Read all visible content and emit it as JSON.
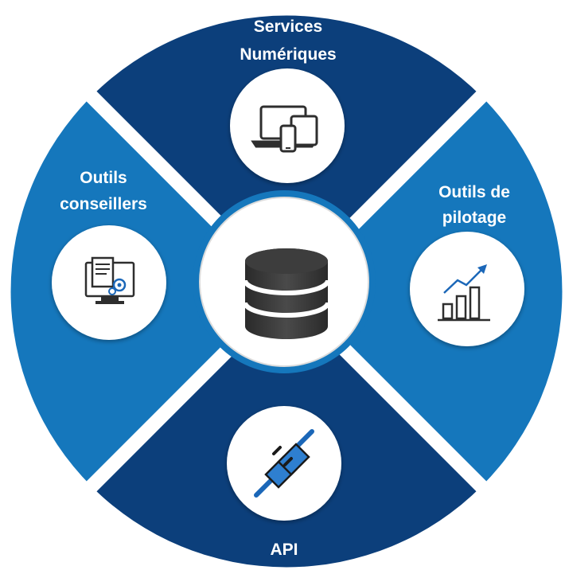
{
  "segments": {
    "top": {
      "label_line1": "Services",
      "label_line2": "Numériques",
      "color": "#0c3f7b",
      "icon": "devices-icon"
    },
    "right": {
      "label_line1": "Outils de",
      "label_line2": "pilotage",
      "color": "#1577bc",
      "icon": "growth-chart-icon"
    },
    "bottom": {
      "label": "API",
      "color": "#0c3f7b",
      "icon": "plug-connector-icon"
    },
    "left": {
      "label_line1": "Outils",
      "label_line2": "conseillers",
      "color": "#1577bc",
      "icon": "monitor-settings-icon"
    }
  },
  "center": {
    "icon": "database-icon",
    "color": "#3b3b3b"
  },
  "colors": {
    "icon_ink": "#2e2e2e",
    "icon_accent": "#1b67b8",
    "circle_fill": "#ffffff"
  }
}
